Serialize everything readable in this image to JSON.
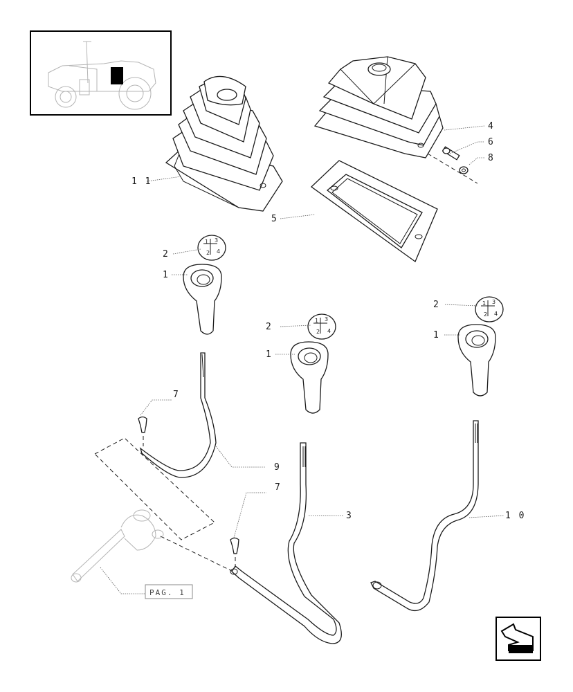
{
  "callouts": {
    "c1a": "1",
    "c1b": "1",
    "c1c": "1",
    "c2a": "2",
    "c2b": "2",
    "c2c": "2",
    "c3": "3",
    "c4": "4",
    "c5": "5",
    "c6": "6",
    "c7a": "7",
    "c7b": "7",
    "c8": "8",
    "c9": "9",
    "c10": "1 0",
    "c11": "1 1"
  },
  "knob_pattern": {
    "g1": "1",
    "g2": "2",
    "g3": "3",
    "g4": "4"
  },
  "page_ref": "PAG. 1",
  "icons": {
    "thumbnail": "tractor-thumbnail-icon",
    "nav": "next-page-arrow-icon"
  },
  "colors": {
    "ink": "#1a1a1a",
    "ghost": "#b4b4b4",
    "marker": "#000000"
  }
}
